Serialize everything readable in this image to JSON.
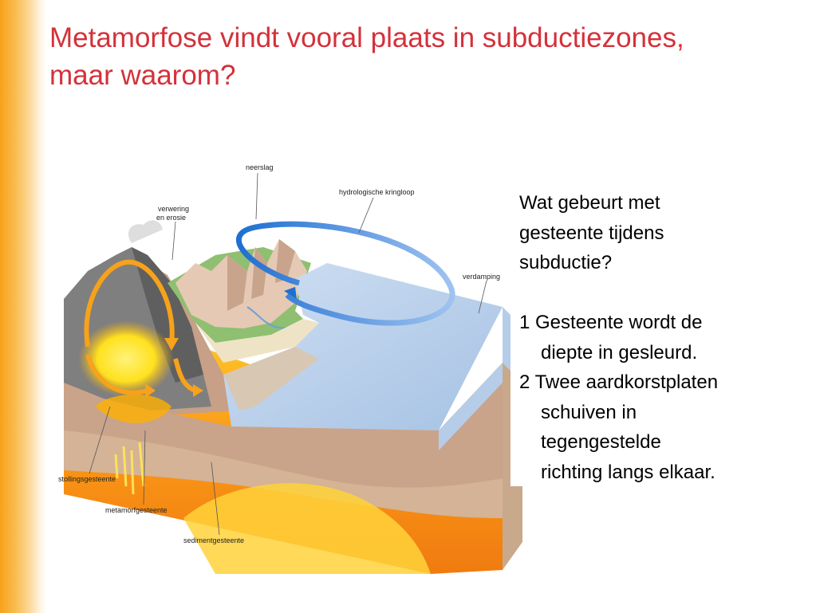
{
  "title": {
    "line1": "Metamorfose vindt vooral plaats in subductiezones,",
    "line2": "maar waarom?"
  },
  "diagram": {
    "labels": {
      "neerslag": "neerslag",
      "hydrologische_kringloop": "hydrologische kringloop",
      "verwering_line1": "verwering",
      "verwering_line2": "en erosie",
      "verdamping": "verdamping",
      "stollingsgesteente": "stollingsgesteente",
      "metamorfgesteente": "metamorfgesteente",
      "sedimentgesteente": "sedimentgesteente"
    }
  },
  "textbox": {
    "question": [
      "Wat gebeurt met",
      "gesteente tijdens",
      "subductie?"
    ],
    "item1": {
      "line1": "1 Gesteente wordt de",
      "line2": "diepte in gesleurd."
    },
    "item2": {
      "line1": "2 Twee aardkorstplaten",
      "line2": "schuiven in",
      "line3": "tegengestelde",
      "line4": "richting langs elkaar."
    }
  },
  "colors": {
    "title": "#d4313a",
    "sidebar": "#f7a21b"
  }
}
